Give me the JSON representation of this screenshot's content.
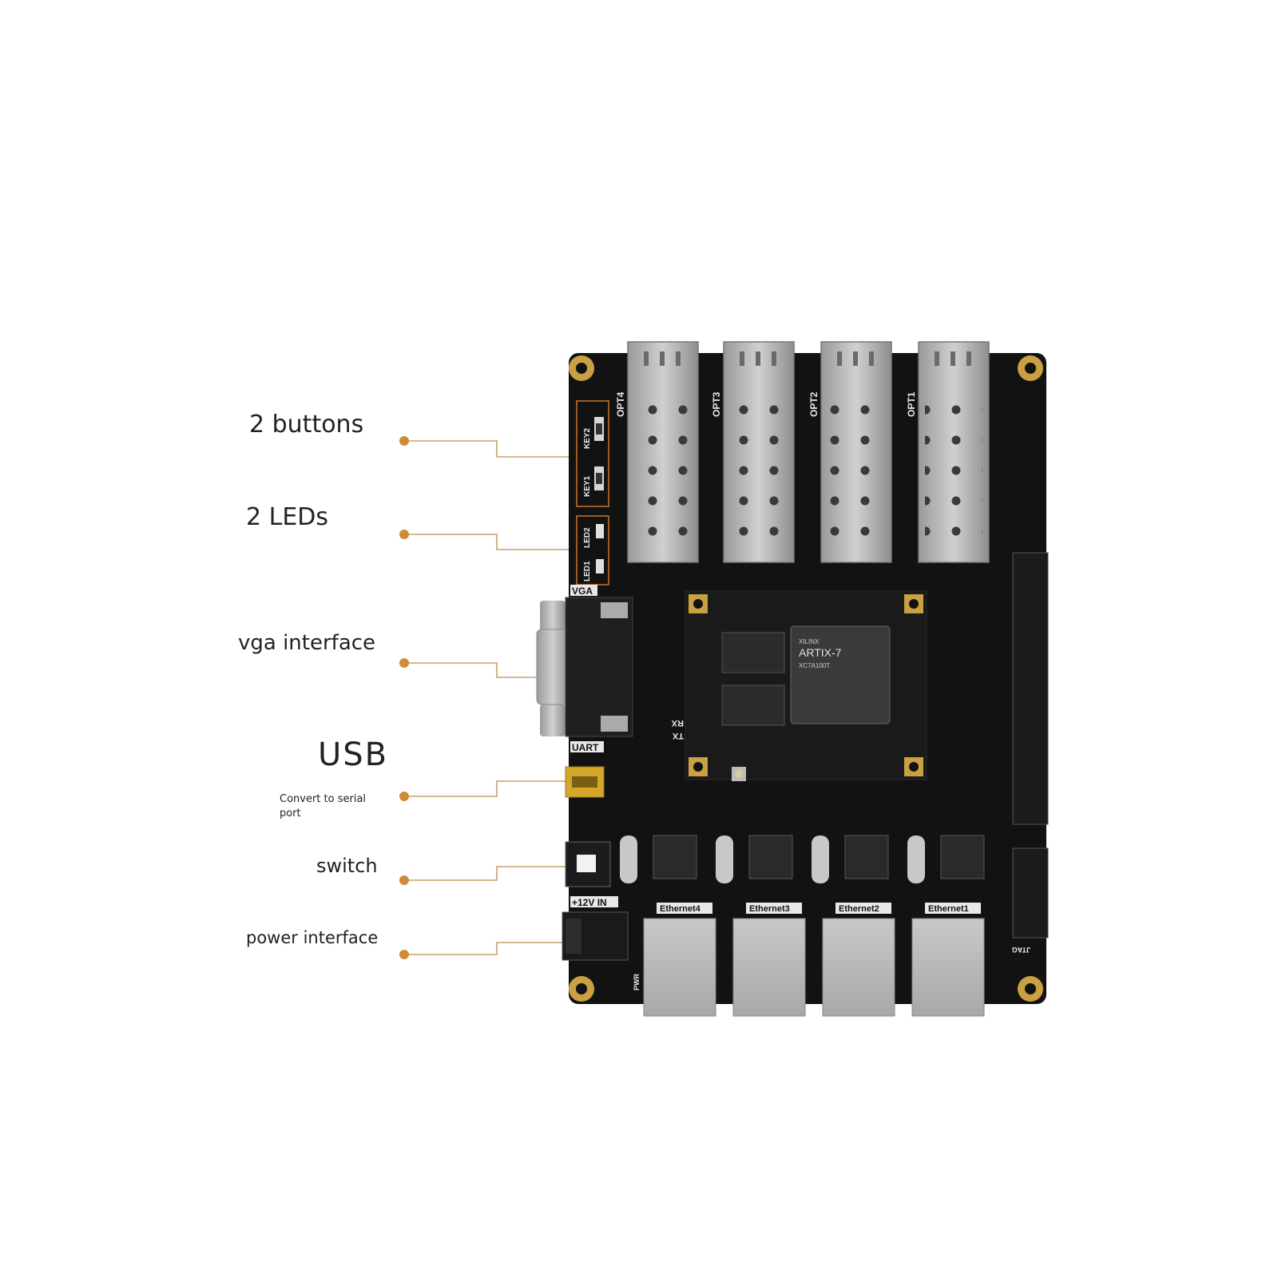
{
  "callouts": {
    "buttons": "2 buttons",
    "leds": "2 LEDs",
    "vga": "vga interface",
    "usb": "USB",
    "usb_sub": "Convert to serial port",
    "switch": "switch",
    "power": "power interface"
  },
  "silkscreen": {
    "opt": [
      "OPT4",
      "OPT3",
      "OPT2",
      "OPT1"
    ],
    "keys": [
      "KEY2",
      "KEY1"
    ],
    "leds": [
      "LED2",
      "LED1"
    ],
    "vga": "VGA",
    "uart": "UART",
    "rx": "RX",
    "tx": "TX",
    "ethernet": [
      "Ethernet4",
      "Ethernet3",
      "Ethernet2",
      "Ethernet1"
    ],
    "power_in": "+12V IN",
    "pwr": "PWR",
    "fpga_brand": "XILINX",
    "fpga_family": "ARTIX-7",
    "fpga_part": "XC7A100T",
    "jtag": "JTAG"
  },
  "colors": {
    "board": "#121212",
    "callout_dot": "#d08a3c",
    "leader_line": "#c9a06a",
    "silkscreen": "#e8e8e8",
    "gold_pad": "#c9a042",
    "orange_frame": "#c8742a",
    "metal": "#b5b5b5"
  }
}
